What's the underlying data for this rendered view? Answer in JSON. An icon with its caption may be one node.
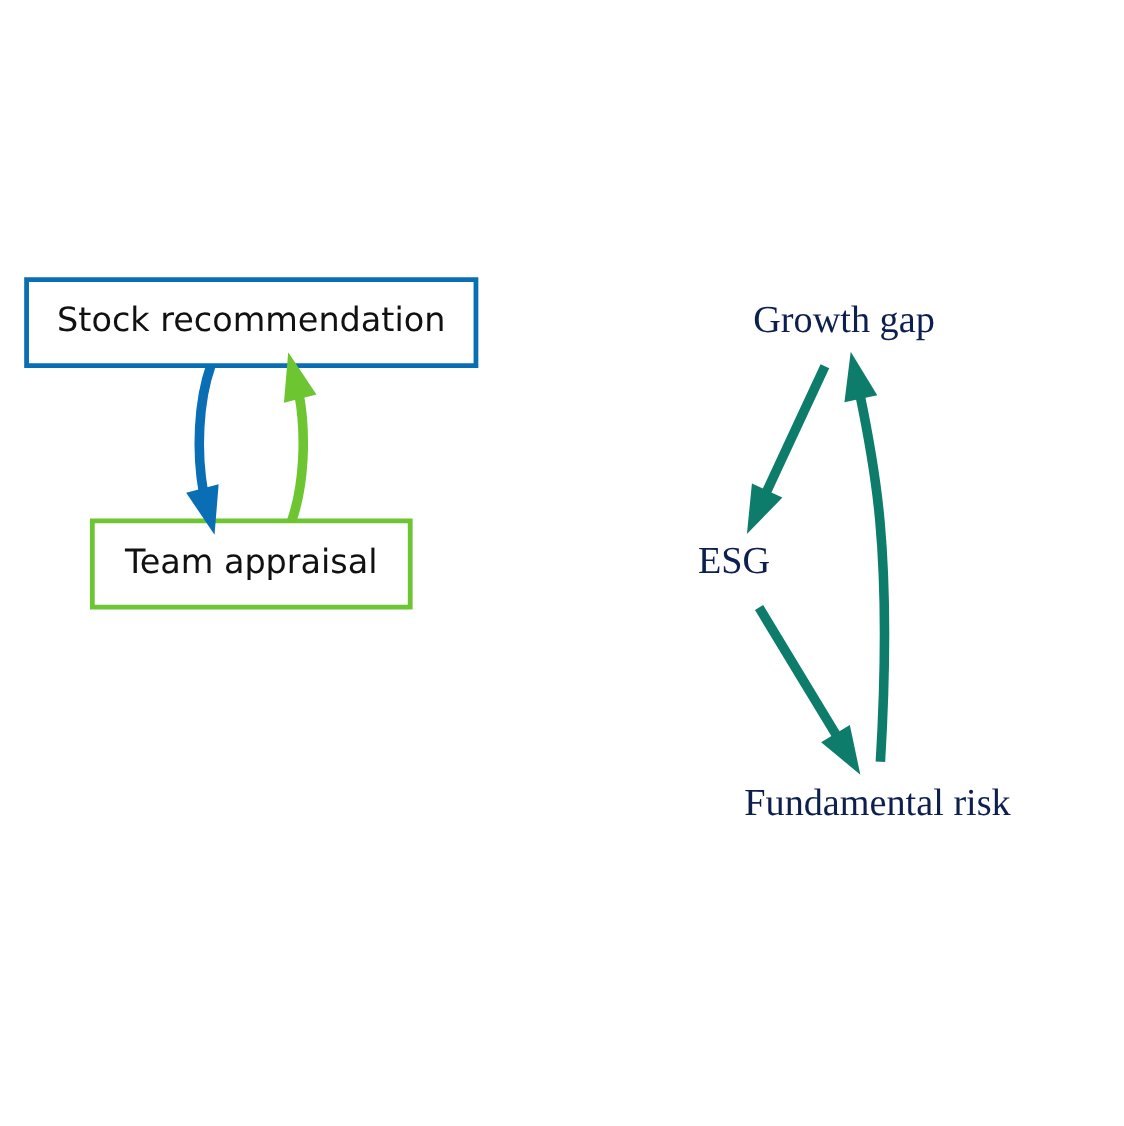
{
  "diagram": {
    "nodes": [
      {
        "text": [
          "Stock recommendation"
        ]
      },
      {
        "text": [
          "Growth gap"
        ]
      },
      {
        "text": [
          "ESG"
        ]
      },
      {
        "text": [
          "Fundamental risk"
        ]
      },
      {
        "text": [
          "Team appraisal"
        ]
      }
    ],
    "edges": [
      {
        "from": 0,
        "to": 4,
        "arrow": "to",
        "color": "#0a6eb4"
      },
      {
        "from": 4,
        "to": 0,
        "arrow": "to",
        "color": "#6cc531"
      },
      {
        "from": 1,
        "to": 2,
        "arrow": "to"
      },
      {
        "from": 2,
        "to": 3,
        "arrow": "to"
      },
      {
        "from": 3,
        "to": 1,
        "arrow": "to"
      }
    ]
  }
}
